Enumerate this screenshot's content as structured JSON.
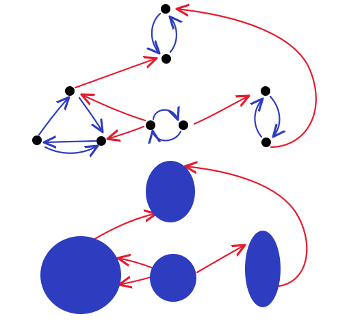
{
  "colors": {
    "background": "#ffffff",
    "node": "#000000",
    "within_component_edge": "#2e3cc0",
    "between_component_edge": "#e8192c",
    "component_fill": "#2e3cc0"
  },
  "graph": {
    "nodes": [
      "n1",
      "n2",
      "n3",
      "n4",
      "n5",
      "n6",
      "n7",
      "n8",
      "n9"
    ],
    "edges_within_components": [
      [
        "n1",
        "n2"
      ],
      [
        "n2",
        "n1"
      ],
      [
        "n3",
        "n5"
      ],
      [
        "n5",
        "n4"
      ],
      [
        "n4",
        "n3"
      ],
      [
        "n5",
        "n4"
      ],
      [
        "n6",
        "n7"
      ],
      [
        "n7",
        "n6"
      ],
      [
        "n8",
        "n9"
      ],
      [
        "n9",
        "n8"
      ]
    ],
    "edges_between_components": [
      [
        "n3",
        "n2"
      ],
      [
        "n6",
        "n3"
      ],
      [
        "n6",
        "n5"
      ],
      [
        "n7",
        "n8"
      ],
      [
        "n9",
        "n1"
      ]
    ]
  },
  "condensation": {
    "components": [
      "c1",
      "c2",
      "c3",
      "c4"
    ],
    "edges": [
      [
        "c2",
        "c1"
      ],
      [
        "c3",
        "c2"
      ],
      [
        "c3",
        "c2"
      ],
      [
        "c3",
        "c4"
      ],
      [
        "c4",
        "c1"
      ]
    ]
  }
}
